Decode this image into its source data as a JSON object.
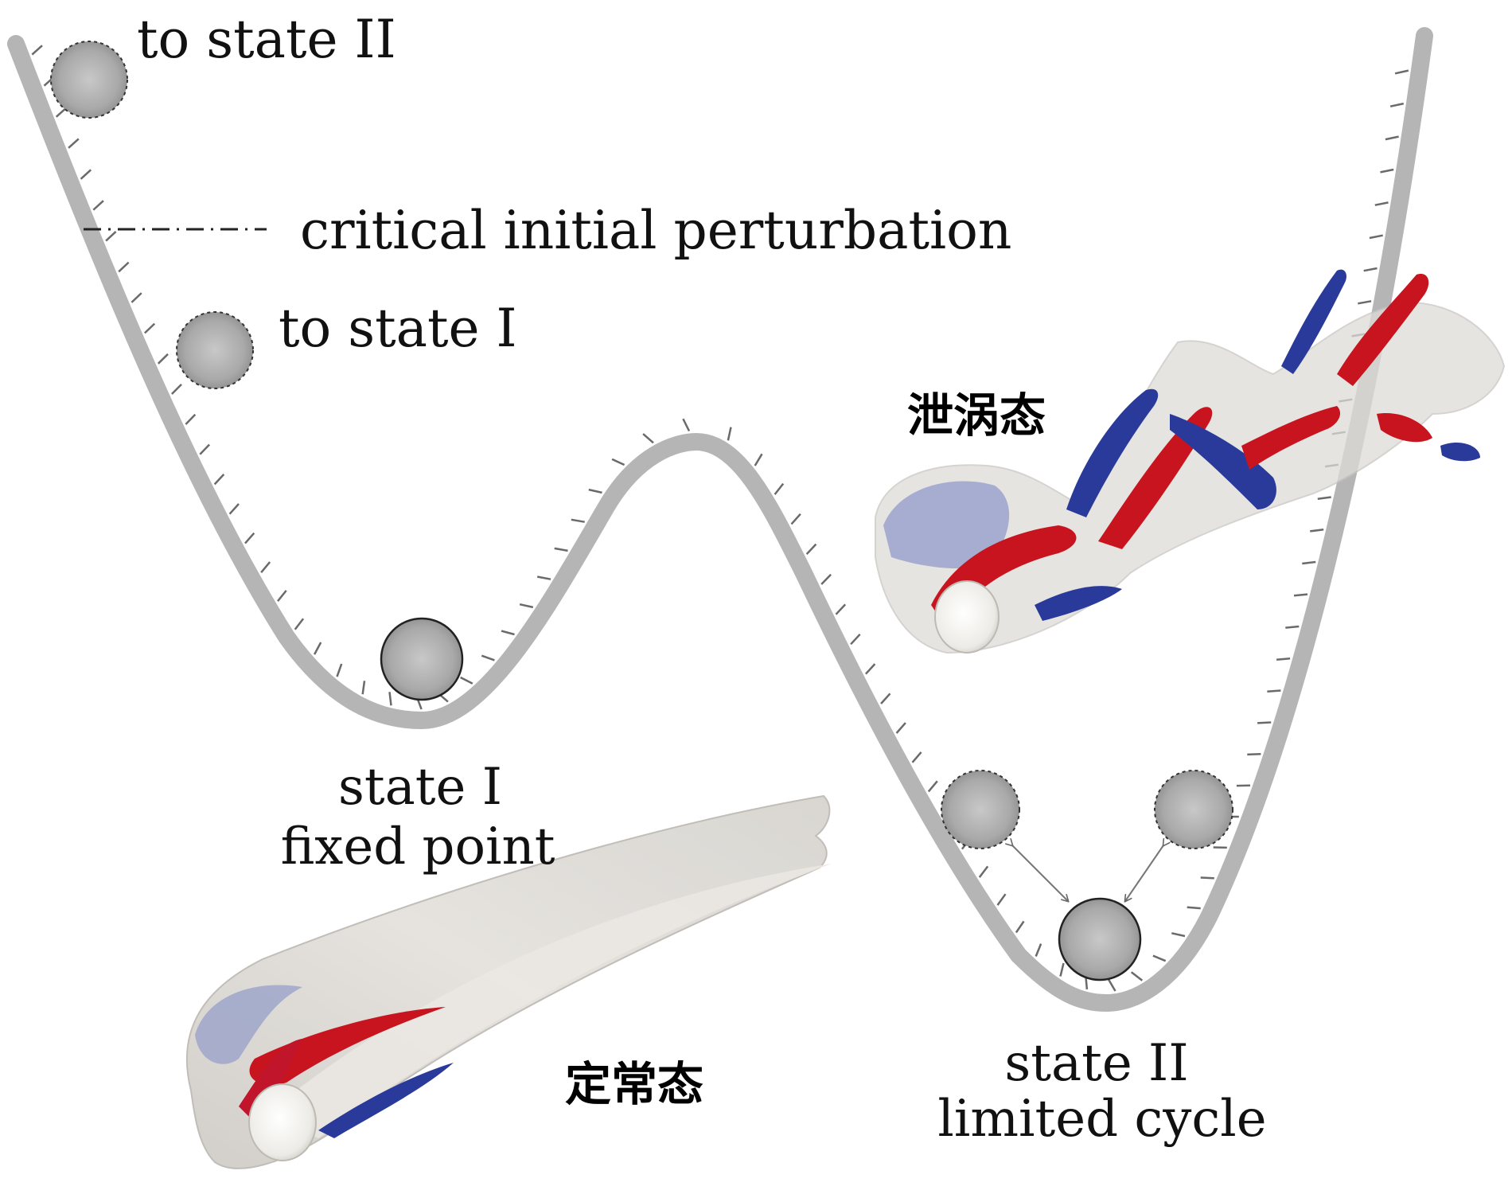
{
  "labels": {
    "to_state_2": "to state II",
    "critical": "critical initial perturbation",
    "to_state_1": "to state I",
    "state_1": "state I",
    "fixed_point": "fixed point",
    "state_2": "state II",
    "limited_cycle": "limited cycle",
    "vortex_shedding": "泄涡态",
    "steady": "定常态"
  },
  "colors": {
    "curve": "#b4b4b4",
    "ball": "#a8a8a8",
    "vortex_red": "#c8141e",
    "vortex_blue": "#2a3a9a",
    "iso_surface": "#d9d6d2"
  }
}
